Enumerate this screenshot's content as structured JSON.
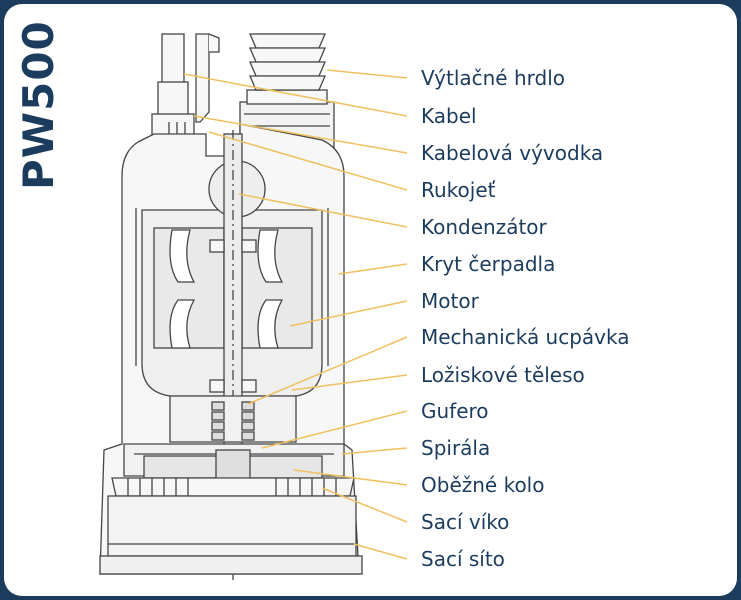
{
  "colors": {
    "frame": "#1c3c5e",
    "background": "#ffffff",
    "label_text": "#1c3c5e",
    "leader_line": "#f0c060",
    "drawing_stroke": "#454545",
    "drawing_fill": "#f7f7f7"
  },
  "title": "PW500",
  "labels": [
    "Výtlačné hrdlo",
    "Kabel",
    "Kabelová vývodka",
    "Rukojeť",
    "Kondenzátor",
    "Kryt čerpadla",
    "Motor",
    "Mechanická ucpávka",
    "Ložiskové těleso",
    "Gufero",
    "Spirála",
    "Oběžné kolo",
    "Sací víko",
    "Sací síto"
  ]
}
